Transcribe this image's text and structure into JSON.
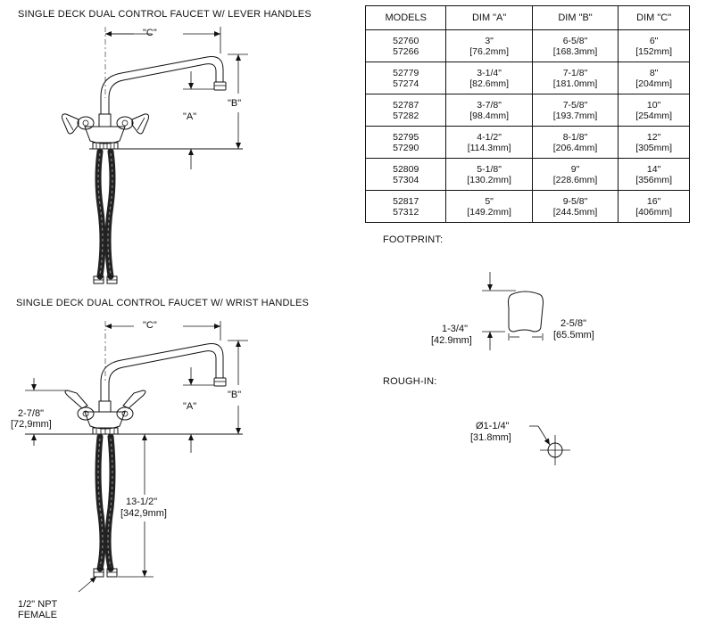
{
  "top_drawing": {
    "title": "SINGLE DECK DUAL CONTROL FAUCET W/ LEVER HANDLES",
    "dim_c": "\"C\"",
    "dim_a": "\"A\"",
    "dim_b": "\"B\""
  },
  "bottom_drawing": {
    "title": "SINGLE DECK DUAL CONTROL FAUCET W/  WRIST HANDLES",
    "dim_c": "\"C\"",
    "dim_a": "\"A\"",
    "dim_b": "\"B\"",
    "handle_height": "2-7/8\"",
    "handle_height_mm": "[72,9mm]",
    "hose_length": "13-1/2\"",
    "hose_length_mm": "[342,9mm]",
    "connection_line1": "1/2\" NPT",
    "connection_line2": "FEMALE"
  },
  "table": {
    "headers": [
      "MODELS",
      "DIM \"A\"",
      "DIM \"B\"",
      "DIM \"C\""
    ],
    "rows": [
      {
        "m1": "52760",
        "m2": "57266",
        "a1": "3\"",
        "a2": "[76.2mm]",
        "b1": "6-5/8\"",
        "b2": "[168.3mm]",
        "c1": "6\"",
        "c2": "[152mm]"
      },
      {
        "m1": "52779",
        "m2": "57274",
        "a1": "3-1/4\"",
        "a2": "[82.6mm]",
        "b1": "7-1/8\"",
        "b2": "[181.0mm]",
        "c1": "8\"",
        "c2": "[204mm]"
      },
      {
        "m1": "52787",
        "m2": "57282",
        "a1": "3-7/8\"",
        "a2": "[98.4mm]",
        "b1": "7-5/8\"",
        "b2": "[193.7mm]",
        "c1": "10\"",
        "c2": "[254mm]"
      },
      {
        "m1": "52795",
        "m2": "57290",
        "a1": "4-1/2\"",
        "a2": "[114.3mm]",
        "b1": "8-1/8\"",
        "b2": "[206.4mm]",
        "c1": "12\"",
        "c2": "[305mm]"
      },
      {
        "m1": "52809",
        "m2": "57304",
        "a1": "5-1/8\"",
        "a2": "[130.2mm]",
        "b1": "9\"",
        "b2": "[228.6mm]",
        "c1": "14\"",
        "c2": "[356mm]"
      },
      {
        "m1": "52817",
        "m2": "57312",
        "a1": "5\"",
        "a2": "[149.2mm]",
        "b1": "9-5/8\"",
        "b2": "[244.5mm]",
        "c1": "16\"",
        "c2": "[406mm]"
      }
    ]
  },
  "footprint": {
    "title": "FOOTPRINT:",
    "depth": "1-3/4\"",
    "depth_mm": "[42.9mm]",
    "width": "2-5/8\"",
    "width_mm": "[65.5mm]"
  },
  "rough_in": {
    "title": "ROUGH-IN:",
    "diameter": "Ø1-1/4\"",
    "diameter_mm": "[31.8mm]"
  }
}
